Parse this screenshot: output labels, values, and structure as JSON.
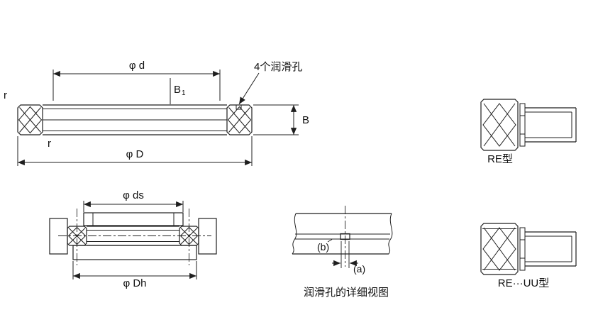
{
  "ink": "#1f1f1f",
  "figure_main": {
    "dim_d": "φ d",
    "dim_B1_base": "B",
    "dim_B1_sub": "1",
    "lube_label": "4个润滑孔",
    "dim_B": "B",
    "dim_D": "φ D",
    "r_top": "r",
    "r_bottom": "r"
  },
  "figure_re": {
    "caption": "RE型"
  },
  "figure_mount": {
    "dim_ds": "φ ds",
    "dim_Dh": "φ Dh"
  },
  "figure_detail": {
    "label_b": "(b)",
    "label_a": "(a)",
    "caption": "润滑孔的详细视图"
  },
  "figure_reuu": {
    "caption": "RE···UU型"
  }
}
